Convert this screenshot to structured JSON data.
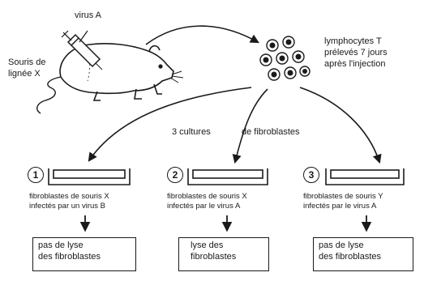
{
  "mouse_label": [
    "Souris de",
    "lignée X"
  ],
  "virus_label": "virus A",
  "lymphocytes_label": [
    "lymphocytes T",
    "prélevés 7 jours",
    "après l'injection"
  ],
  "cultures_label": [
    "3 cultures",
    "de fibroblastes"
  ],
  "cultures": [
    {
      "number": "1",
      "line1": "fibroblastes de souris X",
      "line2": "infectés par un virus B",
      "result": [
        "pas de lyse",
        "des fibroblastes"
      ]
    },
    {
      "number": "2",
      "line1": "fibroblastes de souris X",
      "line2": "infectés par le virus A",
      "result": [
        "lyse des",
        "fibroblastes"
      ]
    },
    {
      "number": "3",
      "line1": "fibroblastes de souris Y",
      "line2": "infectés par le virus A",
      "result": [
        "pas de lyse",
        "des fibroblastes"
      ]
    }
  ]
}
